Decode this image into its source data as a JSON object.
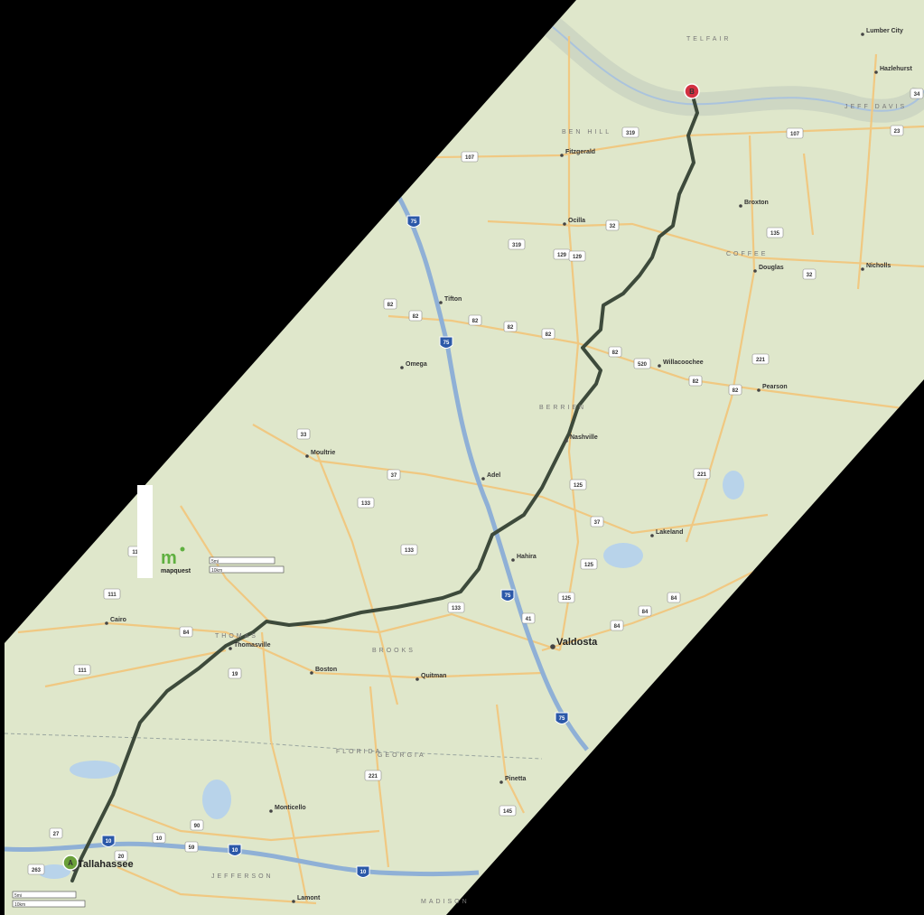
{
  "map": {
    "marker_start": "A",
    "marker_end": "B",
    "brand": "mapquest",
    "colors": {
      "land": "#dfe8cc",
      "route": "#3d4a3b",
      "interstate": "#8fb0d6",
      "road": "#f1c77e",
      "water": "#b8d3ea",
      "marker_end": "#d33142",
      "marker_start": "#6aa03a"
    },
    "cities": [
      {
        "id": "fitzgerald",
        "name": "Fitzgerald"
      },
      {
        "id": "tifton",
        "name": "Tifton"
      },
      {
        "id": "douglas",
        "name": "Douglas"
      },
      {
        "id": "moultrie",
        "name": "Moultrie"
      },
      {
        "id": "adel",
        "name": "Adel"
      },
      {
        "id": "nashville",
        "name": "Nashville"
      },
      {
        "id": "valdosta",
        "name": "Valdosta"
      },
      {
        "id": "tallahassee",
        "name": "Tallahassee"
      },
      {
        "id": "cairo",
        "name": "Cairo"
      },
      {
        "id": "thomasville",
        "name": "Thomasville"
      },
      {
        "id": "quitman",
        "name": "Quitman"
      },
      {
        "id": "monticello",
        "name": "Monticello"
      },
      {
        "id": "lakeland",
        "name": "Lakeland"
      },
      {
        "id": "pearson",
        "name": "Pearson"
      },
      {
        "id": "broxton",
        "name": "Broxton"
      },
      {
        "id": "ocilla",
        "name": "Ocilla"
      },
      {
        "id": "willacoochee",
        "name": "Willacoochee"
      },
      {
        "id": "hazlehurst",
        "name": "Hazlehurst"
      },
      {
        "id": "lumber-city",
        "name": "Lumber City"
      },
      {
        "id": "nicholls",
        "name": "Nicholls"
      },
      {
        "id": "omega",
        "name": "Omega"
      },
      {
        "id": "hahira",
        "name": "Hahira"
      },
      {
        "id": "boston",
        "name": "Boston"
      },
      {
        "id": "pinetta",
        "name": "Pinetta"
      },
      {
        "id": "lamont",
        "name": "Lamont"
      }
    ],
    "counties": [
      {
        "id": "telfair",
        "name": "TELFAIR"
      },
      {
        "id": "ben-hill",
        "name": "BEN HILL"
      },
      {
        "id": "jeff-davis",
        "name": "JEFF DAVIS"
      },
      {
        "id": "coffee",
        "name": "COFFEE"
      },
      {
        "id": "berrien",
        "name": "BERRIEN"
      },
      {
        "id": "brooks",
        "name": "BROOKS"
      },
      {
        "id": "thomas",
        "name": "THOMAS"
      },
      {
        "id": "jefferson",
        "name": "JEFFERSON"
      },
      {
        "id": "madison",
        "name": "MADISON"
      }
    ],
    "state_line_labels": [
      "FLORIDA",
      "GEORGIA"
    ],
    "shields": [
      "107",
      "107",
      "319",
      "319",
      "32",
      "32",
      "129",
      "135",
      "82",
      "82",
      "82",
      "82",
      "82",
      "82",
      "82",
      "82",
      "520",
      "221",
      "221",
      "33",
      "37",
      "37",
      "133",
      "133",
      "133",
      "125",
      "125",
      "41",
      "84",
      "84",
      "84",
      "84",
      "111",
      "111",
      "111",
      "19",
      "221",
      "145",
      "90",
      "10",
      "59",
      "20",
      "27",
      "263",
      "23",
      "34",
      "125",
      "129"
    ],
    "interstates": [
      "75",
      "75",
      "75",
      "75",
      "10",
      "10",
      "10"
    ],
    "scale_top": [
      "5mi",
      "10km"
    ],
    "scale_bottom": [
      "5mi",
      "10km"
    ]
  }
}
